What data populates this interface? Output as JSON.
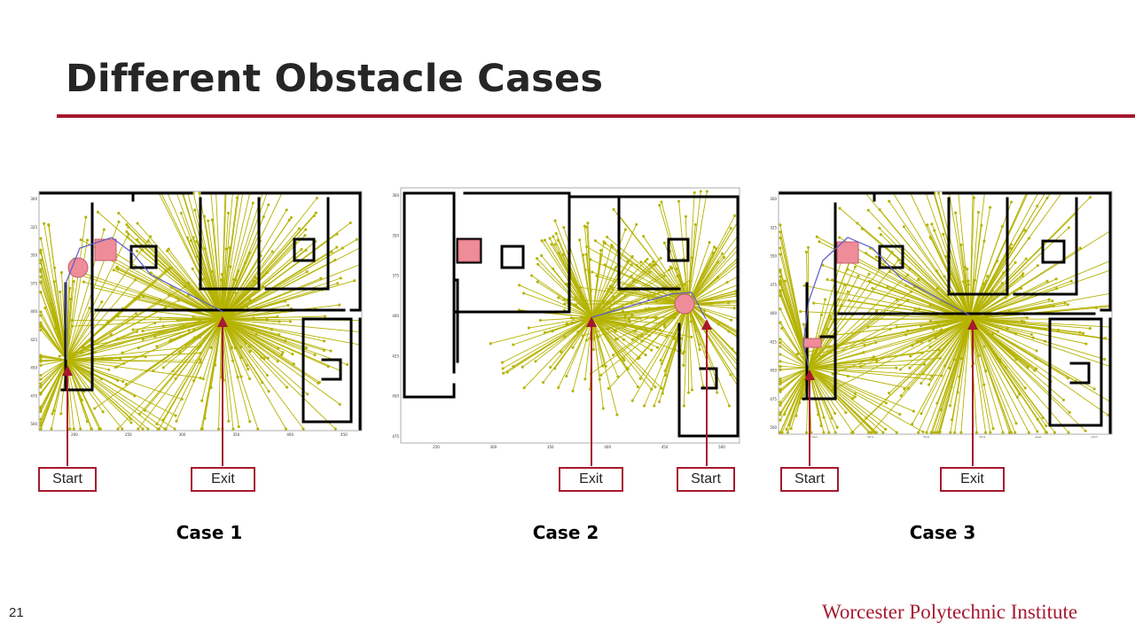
{
  "slide": {
    "title": "Different Obstacle Cases",
    "page_number": "21",
    "footer": "Worcester Polytechnic Institute"
  },
  "colors": {
    "accent": "#a6192e",
    "tree": "#b5b300",
    "obstacle": "#ee8d99",
    "path": "#5c5cc8",
    "wall": "#000000",
    "text": "#262626"
  },
  "cases": [
    {
      "caption": "Case 1",
      "labels": {
        "start": "Start",
        "exit": "Exit"
      },
      "y_ticks": [
        "300",
        "325",
        "350",
        "375",
        "400",
        "425",
        "450",
        "475",
        "500"
      ],
      "x_ticks": [
        "200",
        "250",
        "300",
        "350",
        "400",
        "450"
      ]
    },
    {
      "caption": "Case 2",
      "labels": {
        "start": "Start",
        "exit": "Exit"
      },
      "y_ticks": [
        "300",
        "350",
        "375",
        "400",
        "425",
        "450",
        "475"
      ],
      "x_ticks": [
        "250",
        "300",
        "350",
        "400",
        "450",
        "500"
      ]
    },
    {
      "caption": "Case 3",
      "labels": {
        "start": "Start",
        "exit": "Exit"
      },
      "y_ticks": [
        "300",
        "325",
        "350",
        "375",
        "400",
        "425",
        "450",
        "475",
        "500"
      ],
      "x_ticks": [
        "200",
        "250",
        "300",
        "350",
        "400",
        "450"
      ]
    }
  ]
}
